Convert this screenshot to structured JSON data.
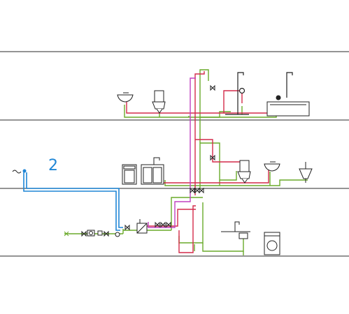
{
  "diagram": {
    "riser_label": "2",
    "colors": {
      "floor_line": "#555555",
      "cold_water": "#6aaa2a",
      "hot_water": "#d42a4a",
      "recirculation": "#c040c0",
      "inlet_pipe": "#1f86d6",
      "fixture": "#222222"
    },
    "fixtures": [
      {
        "name": "washbasin",
        "icon": "washbasin-icon"
      },
      {
        "name": "toilet",
        "icon": "toilet-icon"
      },
      {
        "name": "shower",
        "icon": "shower-icon"
      },
      {
        "name": "bathtub",
        "icon": "bathtub-icon"
      },
      {
        "name": "dishwasher",
        "icon": "dishwasher-icon"
      },
      {
        "name": "kitchen-sink",
        "icon": "kitchen-sink-icon"
      },
      {
        "name": "urinal",
        "icon": "urinal-icon"
      },
      {
        "name": "washing-machine",
        "icon": "washing-machine-icon"
      },
      {
        "name": "water-heater",
        "icon": "water-heater-icon"
      },
      {
        "name": "water-meter",
        "icon": "water-meter-icon"
      }
    ]
  }
}
